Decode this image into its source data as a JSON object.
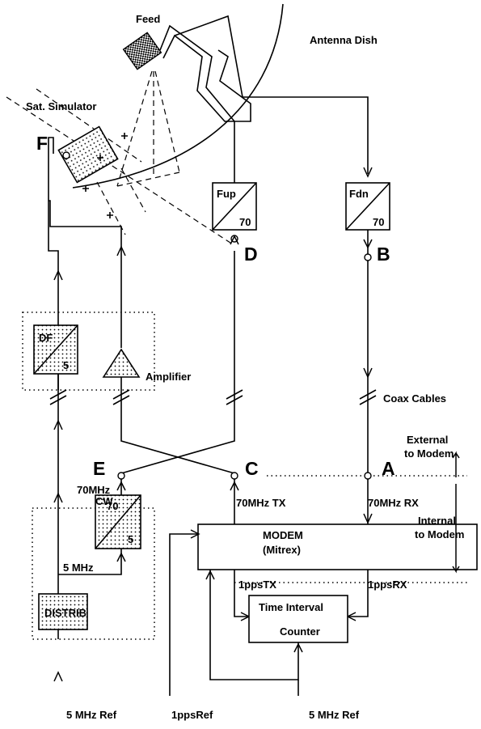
{
  "labels": {
    "feed": "Feed",
    "antenna_dish": "Antenna Dish",
    "sat_simulator": "Sat. Simulator",
    "amplifier": "Amplifier",
    "coax_cables": "Coax Cables",
    "external_to_modem_1": "External",
    "external_to_modem_2": "to Modem",
    "internal_to_modem_1": "Internal",
    "internal_to_modem_2": "to Modem",
    "rx_70mhz": "70MHz RX",
    "tx_70mhz": "70MHz TX",
    "cw_70mhz_1": "70MHz",
    "cw_70mhz_2": "CW",
    "mhz5": "5 MHz",
    "pps_tx": "1ppsTX",
    "pps_rx": "1ppsRX",
    "ref_5mhz_left": "5 MHz Ref",
    "ref_pps": "1ppsRef",
    "ref_5mhz_right": "5 MHz Ref"
  },
  "points": {
    "A": "A",
    "B": "B",
    "C": "C",
    "D": "D",
    "E": "E",
    "F": "F"
  },
  "boxes": {
    "fup": {
      "top": "Fup",
      "bottom": "70"
    },
    "fdn": {
      "top": "Fdn",
      "bottom": "70"
    },
    "df": {
      "top": "DF",
      "bottom": "5"
    },
    "cw": {
      "top": "70",
      "bottom": "5"
    },
    "modem": {
      "line1": "MODEM",
      "line2": "(Mitrex)"
    },
    "tic": {
      "line1": "Time Interval",
      "line2": "Counter"
    },
    "distrib": {
      "label": "DISTRIB"
    }
  }
}
